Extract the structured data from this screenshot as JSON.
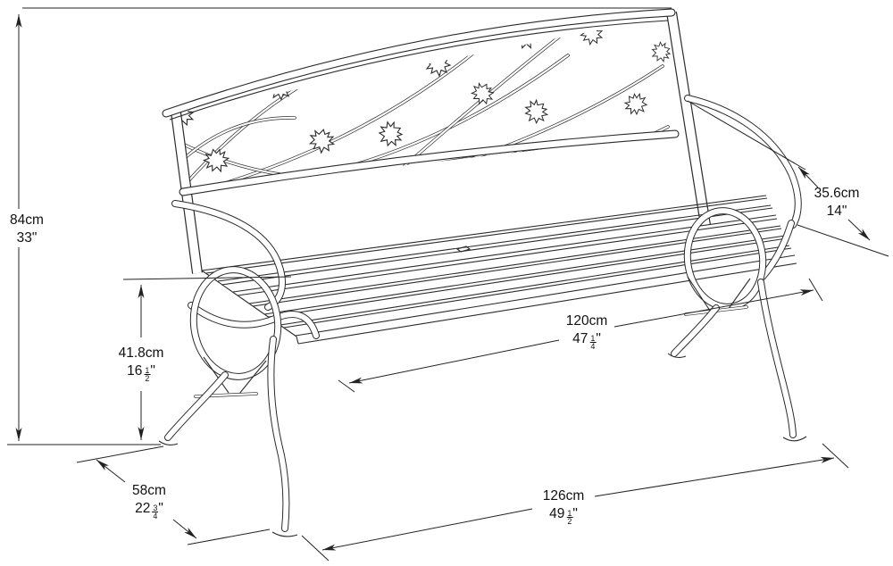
{
  "dimensions": {
    "height": {
      "cm": "84cm",
      "in": "33\""
    },
    "seat_height": {
      "cm": "41.8cm",
      "in_whole": "16",
      "in_num": "1",
      "in_den": "2",
      "in_mark": "\""
    },
    "seat_depth": {
      "cm": "35.6cm",
      "in": "14\""
    },
    "seat_width": {
      "cm": "120cm",
      "in_whole": "47",
      "in_num": "1",
      "in_den": "4",
      "in_mark": "\""
    },
    "depth": {
      "cm": "58cm",
      "in_whole": "22",
      "in_num": "3",
      "in_den": "4",
      "in_mark": "\""
    },
    "width": {
      "cm": "126cm",
      "in_whole": "49",
      "in_num": "1",
      "in_den": "2",
      "in_mark": "\""
    }
  }
}
